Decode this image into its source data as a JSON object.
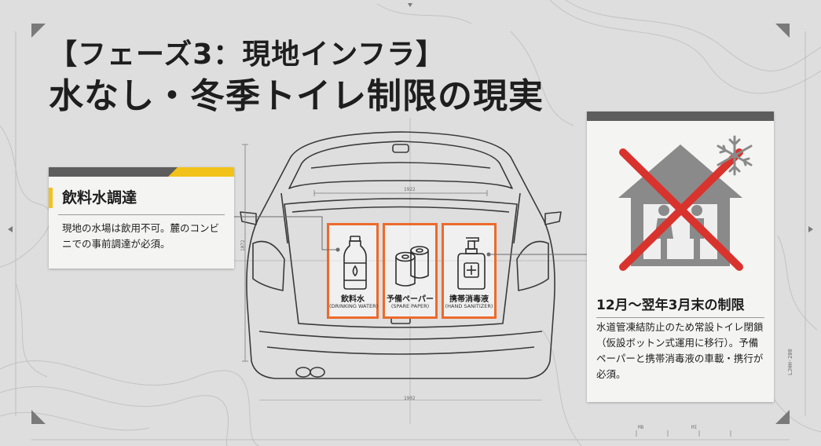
{
  "title": {
    "line1": "【フェーズ3：現地インフラ】",
    "line2": "水なし・冬季トイレ制限の現実"
  },
  "water_card": {
    "title": "飲料水調達",
    "body": "現地の水場は飲用不可。麓のコンビニでの事前調達が必須。"
  },
  "winter_card": {
    "title": "12月〜翌年3月末の制限",
    "body": "水道管凍結防止のため常設トイレ閉鎖（仮設ボットン式運用に移行）。予備ペーパーと携帯消毒液の車載・携行が必須。"
  },
  "trunk_items": [
    {
      "label": "飲料水",
      "sub": "(DRINKING WATER)",
      "icon": "water-bottle-icon"
    },
    {
      "label": "予備ペーパー",
      "sub": "(SPARE PAPER)",
      "icon": "toilet-paper-icon"
    },
    {
      "label": "携帯消毒液",
      "sub": "(HAND SANITIZER)",
      "icon": "sanitizer-icon"
    }
  ],
  "dimensions": {
    "top": "1922",
    "bottom": "1902",
    "side": "1072"
  },
  "serial": "LJHH-200",
  "ticks": {
    "left": "MB",
    "right": "MI"
  },
  "colors": {
    "accent_yellow": "#f2c21a",
    "accent_orange": "#ec6a2b",
    "forbid_red": "#d9332e",
    "header_gray": "#5d5d5d"
  }
}
